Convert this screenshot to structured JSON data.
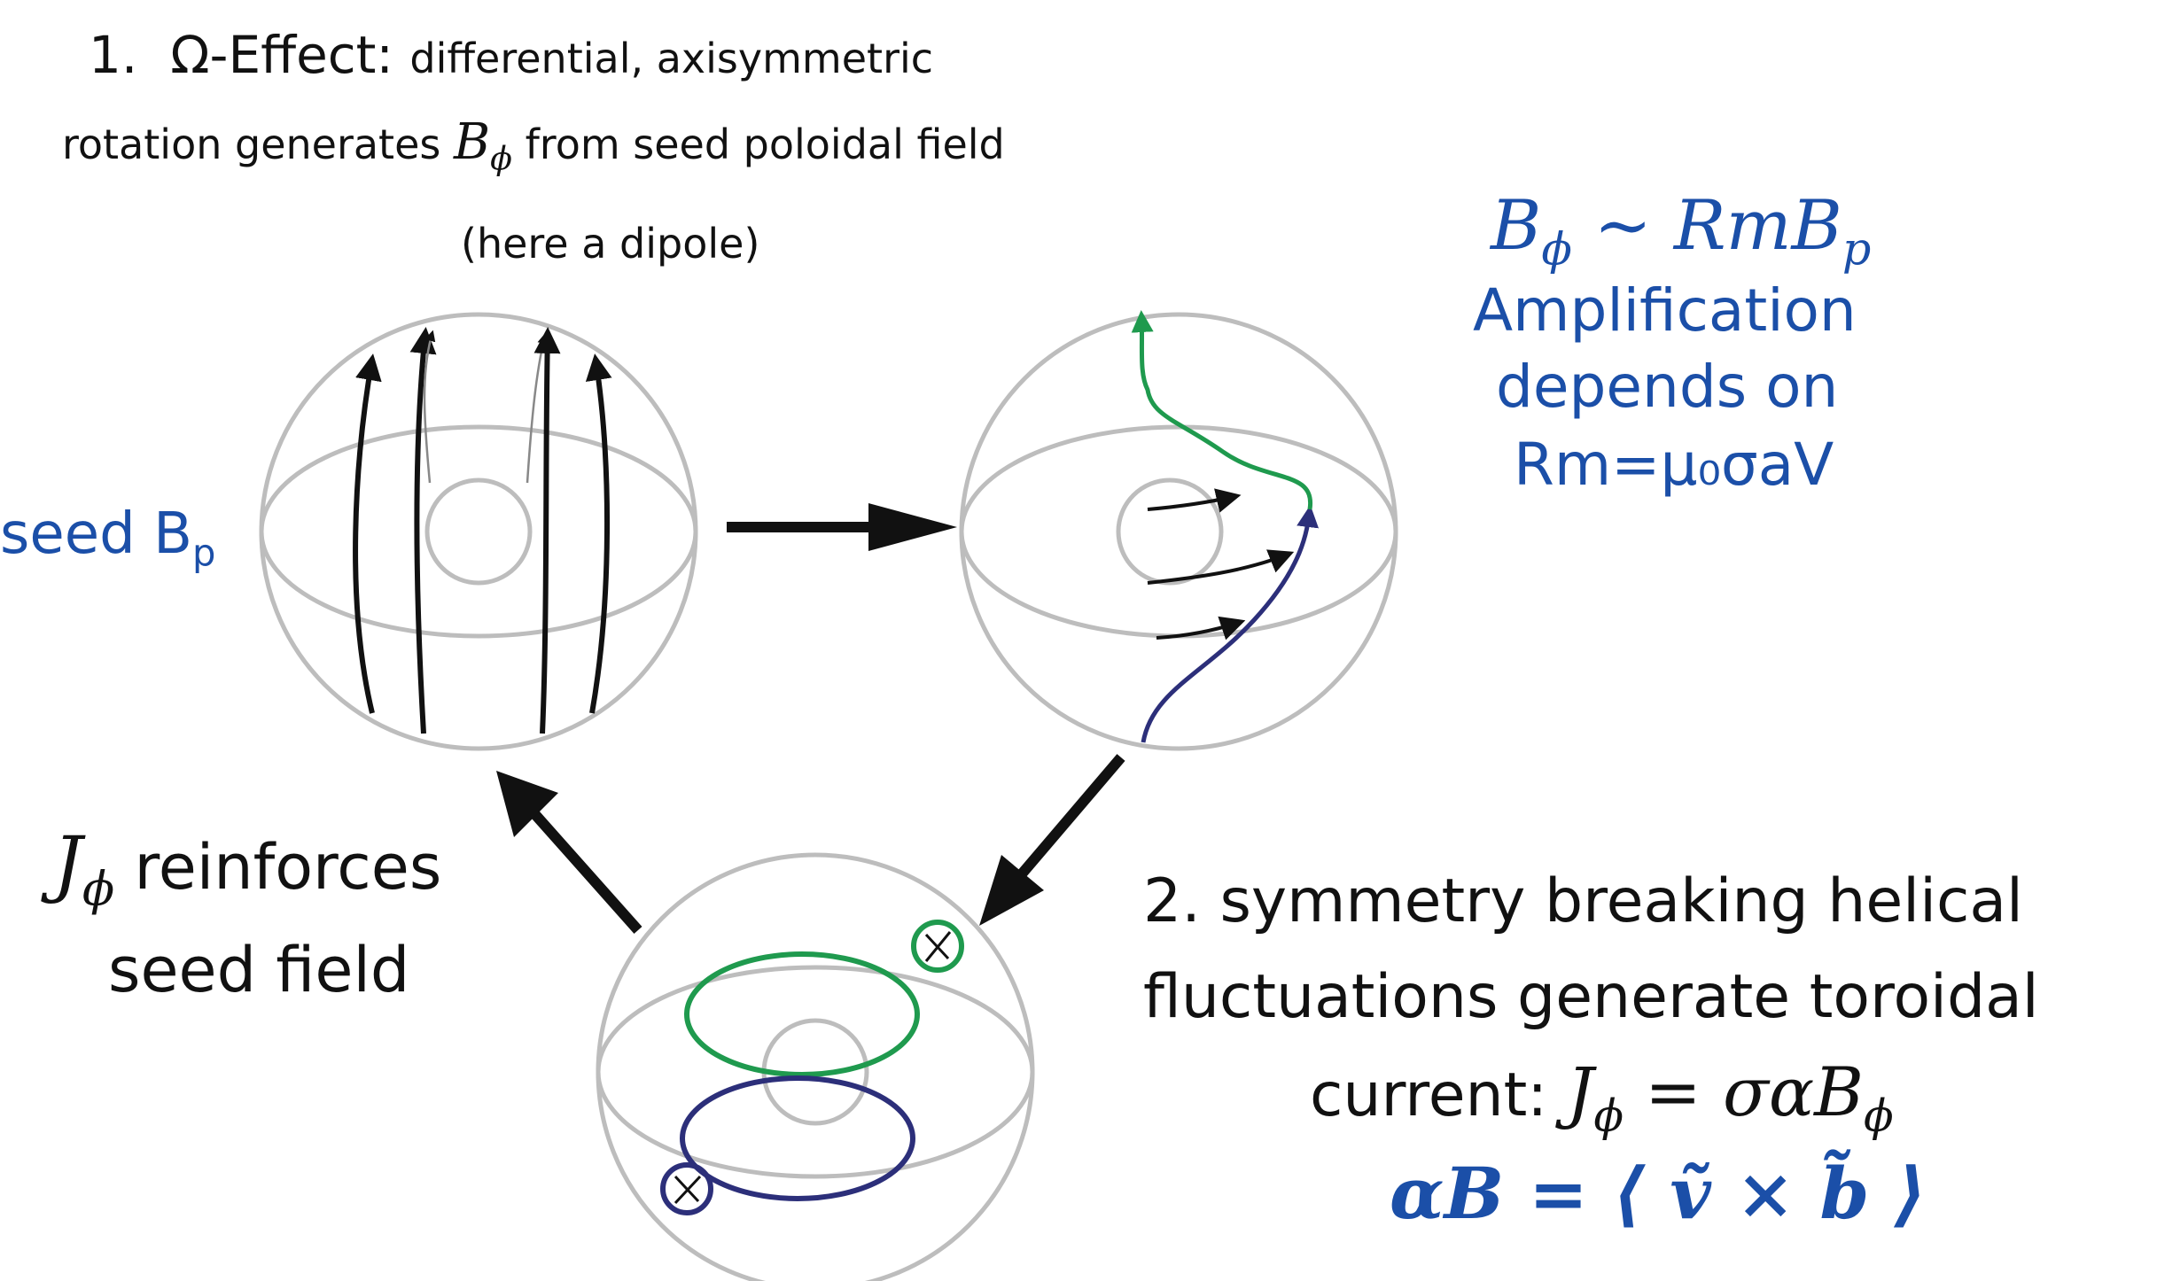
{
  "omega": {
    "num": "1.",
    "title": "Ω-Effect:",
    "rest1": "differential, axisymmetric",
    "line2_pre": "rotation generates",
    "line2_sym": "B",
    "line2_sub": "ϕ",
    "line2_post": "from seed poloidal field",
    "line3": "(here a dipole)"
  },
  "seed": {
    "label": "seed B",
    "sub": "p"
  },
  "amplification": {
    "eq_B": "B",
    "eq_sub1": "ϕ",
    "eq_mid": " ∼ RmB",
    "eq_sub2": "p",
    "line1": "Amplification",
    "line2": "depends on",
    "line3": "Rm=μ₀σaV"
  },
  "reinforce": {
    "sym": "J",
    "sub": "ϕ",
    "line1": " reinforces",
    "line2": "seed field"
  },
  "alpha": {
    "line1": "2.  symmetry breaking helical",
    "line2": "fluctuations generate toroidal",
    "line3_pre": "current: ",
    "line3_eq": "J",
    "line3_sub1": "ϕ",
    "line3_mid": " = σαB",
    "line3_sub2": "ϕ",
    "line4": "αB = ⟨ ṽ × b̃ ⟩"
  },
  "colors": {
    "sphere": "#bdbdbd",
    "field_black": "#111111",
    "green": "#1f9a4e",
    "navy": "#2c2f7a",
    "blue_text": "#1b4fa8"
  }
}
